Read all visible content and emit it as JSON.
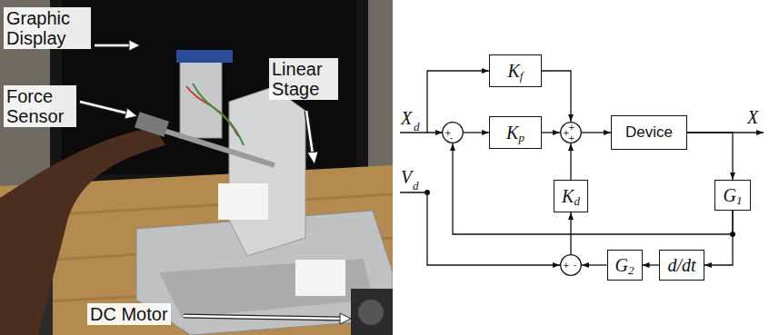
{
  "diagram": {
    "nodes": [
      {
        "text": [
          "K",
          "f"
        ]
      },
      {
        "text": [
          "+",
          "-"
        ]
      },
      {
        "text": [
          "K",
          "p"
        ]
      },
      {
        "text": [
          "+",
          "+",
          "+"
        ]
      },
      {
        "text": [
          "Device"
        ]
      },
      {
        "text": [
          "K",
          "d"
        ]
      },
      {
        "text": [
          "G",
          "1"
        ]
      },
      {
        "text": [
          "+",
          "-"
        ]
      },
      {
        "text": [
          "G",
          "2"
        ]
      },
      {
        "text": [
          "d/dt"
        ]
      }
    ],
    "edges": [
      {
        "from": 0,
        "to": 3,
        "arrow": "to"
      },
      {
        "from": 1,
        "to": 2,
        "arrow": "to"
      },
      {
        "from": 2,
        "to": 3,
        "arrow": "to"
      },
      {
        "from": 5,
        "to": 3,
        "arrow": "to"
      },
      {
        "from": 3,
        "to": 4,
        "arrow": "to"
      },
      {
        "from": 4,
        "to": 6,
        "arrow": "to"
      },
      {
        "from": 6,
        "to": 1,
        "arrow": "to"
      },
      {
        "from": 6,
        "to": 9,
        "arrow": "to"
      },
      {
        "from": 9,
        "to": 8,
        "arrow": "to"
      },
      {
        "from": 8,
        "to": 7,
        "arrow": "to"
      },
      {
        "from": 7,
        "to": 5,
        "arrow": "to"
      }
    ],
    "labels": [
      "Graphic Display",
      "Force Sensor",
      "Linear Stage",
      "DC Motor",
      "X",
      "d",
      "V",
      "d",
      "X"
    ]
  }
}
